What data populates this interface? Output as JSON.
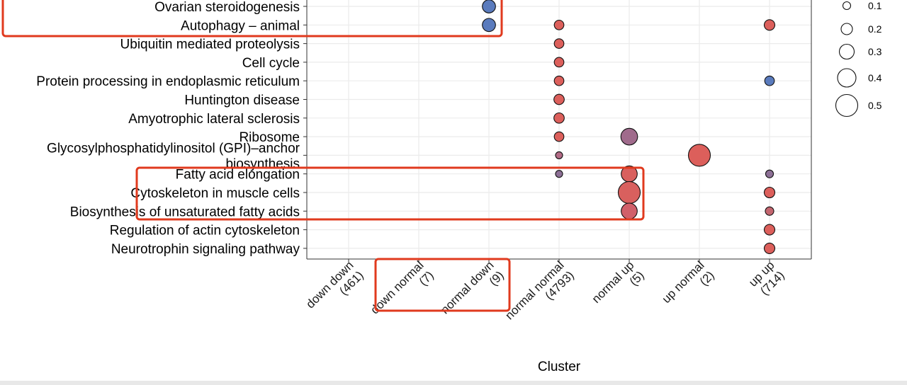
{
  "chart_data": {
    "type": "scatter",
    "xlabel": "Cluster",
    "ylabel": "",
    "x_categories": [
      [
        "down down",
        "(461)"
      ],
      [
        "down normal",
        "(7)"
      ],
      [
        "normal down",
        "(9)"
      ],
      [
        "normal normal",
        "(4793)"
      ],
      [
        "normal up",
        "(5)"
      ],
      [
        "up normal",
        "(2)"
      ],
      [
        "up up",
        "(714)"
      ]
    ],
    "y_categories": [
      [
        "Ovarian steroidogenesis"
      ],
      [
        "Autophagy – animal"
      ],
      [
        "Ubiquitin mediated proteolysis"
      ],
      [
        "Cell cycle"
      ],
      [
        "Protein processing in endoplasmic reticulum"
      ],
      [
        "Huntington disease"
      ],
      [
        "Amyotrophic lateral sclerosis"
      ],
      [
        "Ribosome"
      ],
      [
        "Glycosylphosphatidylinositol (GPI)–anchor",
        "biosynthesis"
      ],
      [
        "Fatty acid elongation"
      ],
      [
        "Cytoskeleton in muscle cells"
      ],
      [
        "Biosynthesis of unsaturated fatty acids"
      ],
      [
        "Regulation of actin cytoskeleton"
      ],
      [
        "Neurotrophin signaling pathway"
      ]
    ],
    "points": [
      {
        "x": "normal down",
        "y": "Ovarian steroidogenesis",
        "size": 0.25,
        "color": "#5a7bbd"
      },
      {
        "x": "normal down",
        "y": "Autophagy – animal",
        "size": 0.25,
        "color": "#5a7bbd"
      },
      {
        "x": "normal normal",
        "y": "Autophagy – animal",
        "size": 0.15,
        "color": "#dc5f5b"
      },
      {
        "x": "up up",
        "y": "Autophagy – animal",
        "size": 0.18,
        "color": "#dc5f5b"
      },
      {
        "x": "normal normal",
        "y": "Ubiquitin mediated proteolysis",
        "size": 0.15,
        "color": "#dc5f5b"
      },
      {
        "x": "normal normal",
        "y": "Cell cycle",
        "size": 0.15,
        "color": "#dc5f5b"
      },
      {
        "x": "normal normal",
        "y": "Protein processing in endoplasmic reticulum",
        "size": 0.15,
        "color": "#dc5f5b"
      },
      {
        "x": "up up",
        "y": "Protein processing in endoplasmic reticulum",
        "size": 0.15,
        "color": "#5a7bbd"
      },
      {
        "x": "normal normal",
        "y": "Huntington disease",
        "size": 0.17,
        "color": "#dc5f5b"
      },
      {
        "x": "normal normal",
        "y": "Amyotrophic lateral sclerosis",
        "size": 0.17,
        "color": "#dc5f5b"
      },
      {
        "x": "normal normal",
        "y": "Ribosome",
        "size": 0.15,
        "color": "#dc5f5b"
      },
      {
        "x": "normal up",
        "y": "Ribosome",
        "size": 0.35,
        "color": "#a06b8c"
      },
      {
        "x": "normal normal",
        "y": "Glycosylphosphatidylinositol (GPI)–anchor",
        "size": 0.08,
        "color": "#b36b86"
      },
      {
        "x": "up normal",
        "y": "Glycosylphosphatidylinositol (GPI)–anchor",
        "size": 0.5,
        "color": "#dc5f5b"
      },
      {
        "x": "normal normal",
        "y": "Fatty acid elongation",
        "size": 0.08,
        "color": "#8d7096"
      },
      {
        "x": "normal up",
        "y": "Fatty acid elongation",
        "size": 0.33,
        "color": "#d9605e"
      },
      {
        "x": "up up",
        "y": "Fatty acid elongation",
        "size": 0.1,
        "color": "#8d7096"
      },
      {
        "x": "normal up",
        "y": "Cytoskeleton in muscle cells",
        "size": 0.5,
        "color": "#d9605e"
      },
      {
        "x": "up up",
        "y": "Cytoskeleton in muscle cells",
        "size": 0.18,
        "color": "#dc5f5b"
      },
      {
        "x": "normal up",
        "y": "Biosynthesis of unsaturated fatty acids",
        "size": 0.33,
        "color": "#d1606a"
      },
      {
        "x": "up up",
        "y": "Biosynthesis of unsaturated fatty acids",
        "size": 0.12,
        "color": "#c4666f"
      },
      {
        "x": "up up",
        "y": "Regulation of actin cytoskeleton",
        "size": 0.18,
        "color": "#dc5f5b"
      },
      {
        "x": "up up",
        "y": "Neurotrophin signaling pathway",
        "size": 0.18,
        "color": "#dc5f5b"
      }
    ],
    "size_legend": [
      {
        "label": "0.1",
        "value": 0.1
      },
      {
        "label": "0.2",
        "value": 0.2
      },
      {
        "label": "0.3",
        "value": 0.3
      },
      {
        "label": "0.4",
        "value": 0.4
      },
      {
        "label": "0.5",
        "value": 0.5
      }
    ],
    "legend_position": "right",
    "grid": true,
    "highlight_boxes": [
      {
        "rows": [
          "Ovarian steroidogenesis",
          "Autophagy – animal"
        ],
        "columns": [
          "down down",
          "normal down"
        ],
        "color": "#e03a1e"
      },
      {
        "rows": [
          "Fatty acid elongation",
          "Biosynthesis of unsaturated fatty acids"
        ],
        "columns": [
          "down down",
          "normal up"
        ],
        "color": "#e03a1e"
      },
      {
        "axis_labels": [
          "down normal",
          "normal down"
        ],
        "color": "#e03a1e"
      }
    ]
  }
}
